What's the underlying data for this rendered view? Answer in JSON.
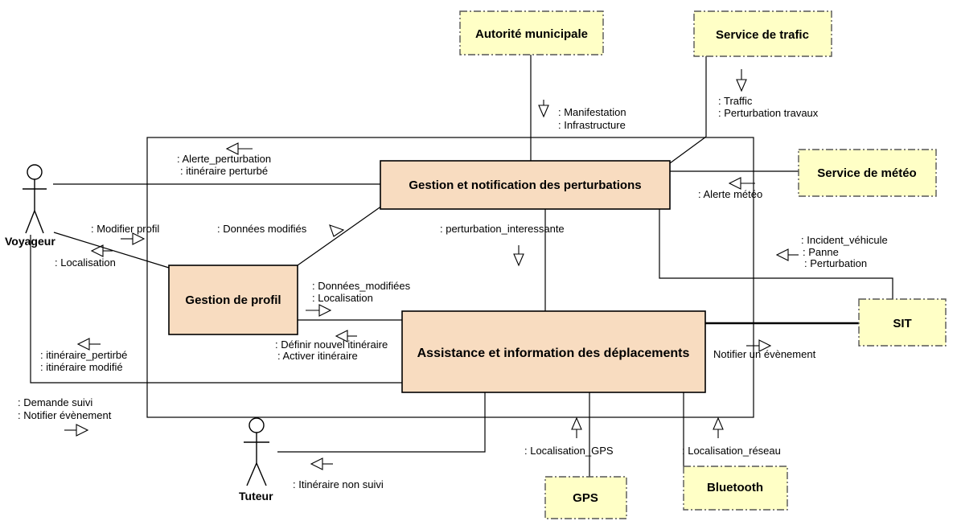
{
  "actors": {
    "voyageur": "Voyageur",
    "tuteur": "Tuteur"
  },
  "components": {
    "gestion_perturbations": "Gestion et notification des perturbations",
    "gestion_profil": "Gestion de profil",
    "assistance": "Assistance et information des déplacements"
  },
  "external": {
    "autorite": "Autorité municipale",
    "trafic": "Service de trafic",
    "meteo": "Service de météo",
    "sit": "SIT",
    "gps": "GPS",
    "bluetooth": "Bluetooth"
  },
  "flows": {
    "manifestation": ": Manifestation",
    "infrastructure": ": Infrastructure",
    "traffic": ": Traffic",
    "perturbation_travaux": ": Perturbation travaux",
    "alerte_perturbation": ": Alerte_perturbation",
    "itineraire_perturbe": ": itinéraire perturbé",
    "alerte_meteo": ": Alerte météo",
    "incident_vehicule": ": Incident_véhicule",
    "panne": ": Panne",
    "perturbation": ": Perturbation",
    "modifier_profil": ": Modifier profil",
    "localisation": ": Localisation",
    "donnees_modifies": ": Données modifiés",
    "perturbation_interessante": ": perturbation_interessante",
    "donnees_modifiees": ": Données_modifiées",
    "localisation2": ": Localisation",
    "definir_itineraire": ": Définir nouvel itinéraire",
    "activer_itineraire": ": Activer itinéraire",
    "itineraire_pertirbe": ": itinéraire_pertirbé",
    "itineraire_modifie": ": itinéraire modifié",
    "notifier_evenement": "Notifier un évènement",
    "demande_suivi": ": Demande suivi",
    "notifier_evenement2": ": Notifier évènement",
    "localisation_gps": ": Localisation_GPS",
    "localisation_reseau": ": Localisation_réseau",
    "itineraire_non_suivi": ": Itinéraire non suivi"
  }
}
